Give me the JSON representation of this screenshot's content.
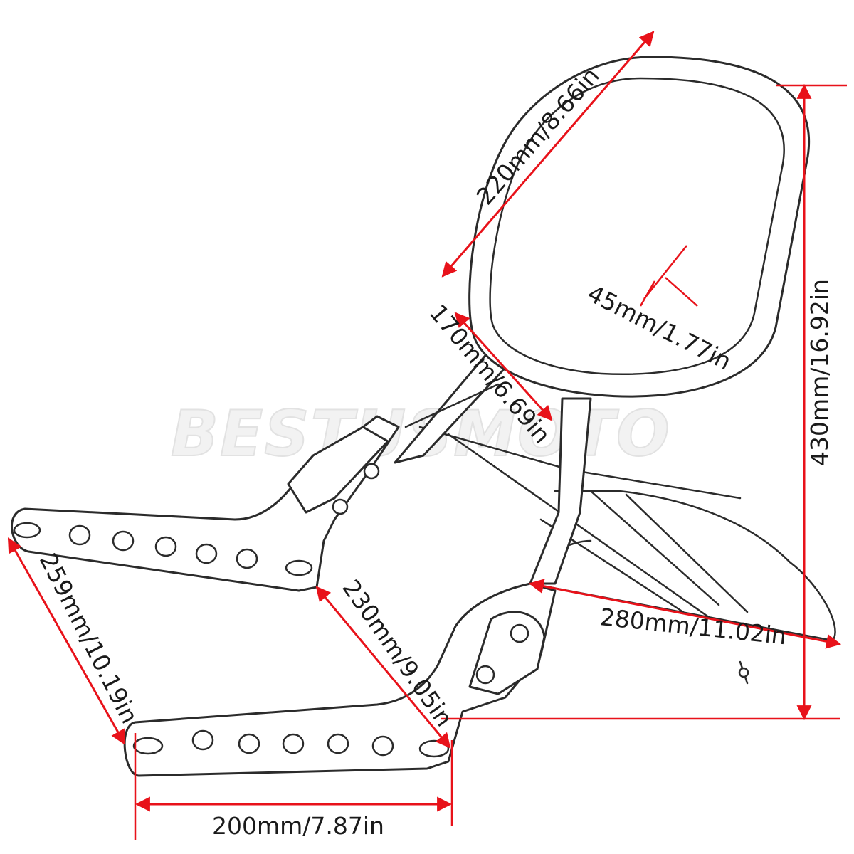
{
  "watermark": "BESTUSMOTO",
  "dimensions": {
    "pad_height": "220mm/8.66in",
    "pad_width": "170mm/6.69in",
    "pad_thickness": "45mm/1.77in",
    "overall_height": "430mm/16.92in",
    "rack_length": "280mm/11.02in",
    "side_plate_diagonal": "259mm/10.19in",
    "strut_length": "230mm/9.05in",
    "side_plate_length": "200mm/7.87in"
  },
  "colors": {
    "dimension_lines": "#e8121a",
    "outline": "#2b2b2b"
  }
}
